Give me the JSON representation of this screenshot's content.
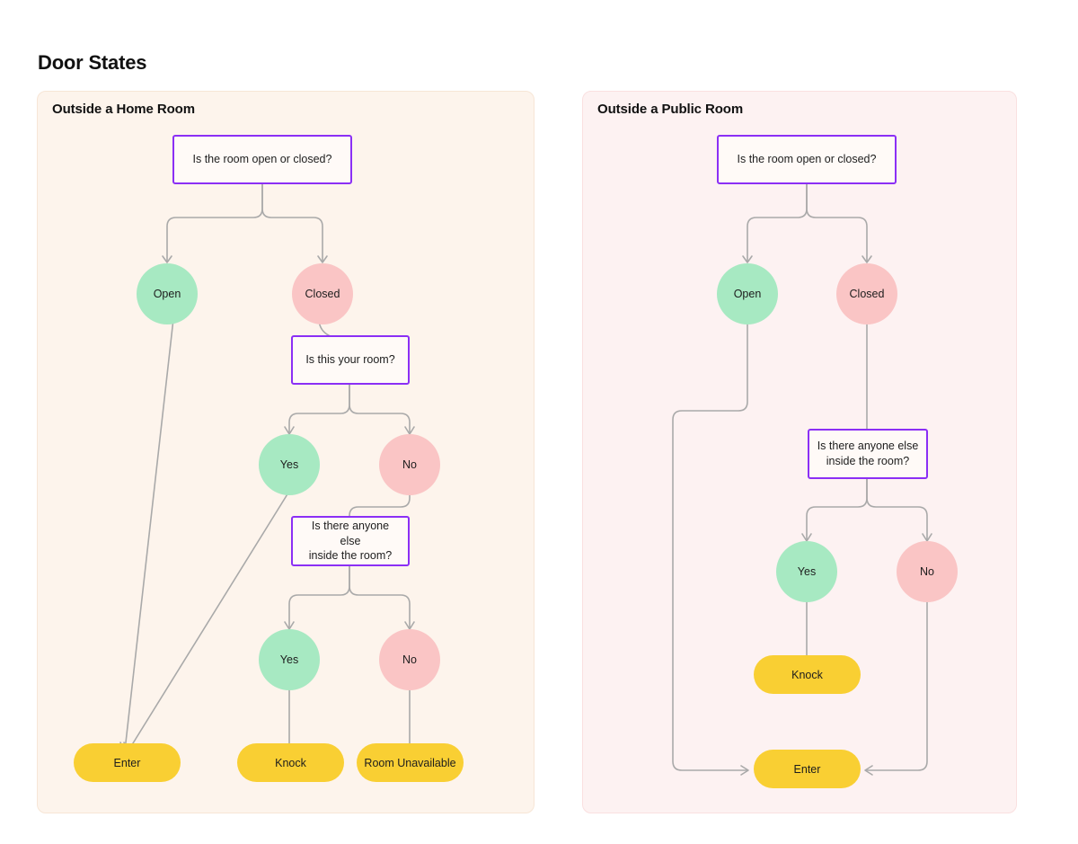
{
  "page": {
    "title": "Door States",
    "background": "#ffffff"
  },
  "colors": {
    "decision_border": "#8b2ff5",
    "decision_fill": "#fffaf7",
    "state_positive": "#a7e9c2",
    "state_negative": "#fac5c5",
    "terminal_fill": "#f9cf33",
    "edge": "#a9a9a9",
    "panel_home_bg": "#fdf4ec",
    "panel_public_bg": "#fdf2f2",
    "text": "#1d1d1d"
  },
  "panels": [
    {
      "id": "home",
      "title": "Outside a Home Room",
      "nodes": {
        "q_open_closed": "Is the room open or closed?",
        "s_open": "Open",
        "s_closed": "Closed",
        "q_your_room": "Is this your room?",
        "s_yes_1": "Yes",
        "s_no_1": "No",
        "q_anyone_else_line1": "Is there anyone else",
        "q_anyone_else_line2": "inside the room?",
        "s_yes_2": "Yes",
        "s_no_2": "No",
        "t_enter": "Enter",
        "t_knock": "Knock",
        "t_unavailable": "Room Unavailable"
      }
    },
    {
      "id": "public",
      "title": "Outside a Public Room",
      "nodes": {
        "q_open_closed": "Is the room open or closed?",
        "s_open": "Open",
        "s_closed": "Closed",
        "q_anyone_else_line1": "Is there anyone else",
        "q_anyone_else_line2": "inside the room?",
        "s_yes": "Yes",
        "s_no": "No",
        "t_knock": "Knock",
        "t_enter": "Enter"
      }
    }
  ],
  "chart_data": {
    "type": "diagram",
    "diagram_kind": "flowchart",
    "title": "Door States",
    "graphs": [
      {
        "name": "Outside a Home Room",
        "nodes": [
          {
            "id": "q1",
            "label": "Is the room open or closed?",
            "shape": "rect",
            "role": "decision"
          },
          {
            "id": "open",
            "label": "Open",
            "shape": "circle",
            "role": "state-positive"
          },
          {
            "id": "closed",
            "label": "Closed",
            "shape": "circle",
            "role": "state-negative"
          },
          {
            "id": "q2",
            "label": "Is this your room?",
            "shape": "rect",
            "role": "decision"
          },
          {
            "id": "yes1",
            "label": "Yes",
            "shape": "circle",
            "role": "state-positive"
          },
          {
            "id": "no1",
            "label": "No",
            "shape": "circle",
            "role": "state-negative"
          },
          {
            "id": "q3",
            "label": "Is there anyone else inside the room?",
            "shape": "rect",
            "role": "decision"
          },
          {
            "id": "yes2",
            "label": "Yes",
            "shape": "circle",
            "role": "state-positive"
          },
          {
            "id": "no2",
            "label": "No",
            "shape": "circle",
            "role": "state-negative"
          },
          {
            "id": "enter",
            "label": "Enter",
            "shape": "pill",
            "role": "terminal"
          },
          {
            "id": "knock",
            "label": "Knock",
            "shape": "pill",
            "role": "terminal"
          },
          {
            "id": "unavailable",
            "label": "Room Unavailable",
            "shape": "pill",
            "role": "terminal"
          }
        ],
        "edges": [
          {
            "from": "q1",
            "to": "open"
          },
          {
            "from": "q1",
            "to": "closed"
          },
          {
            "from": "open",
            "to": "enter"
          },
          {
            "from": "closed",
            "to": "q2"
          },
          {
            "from": "q2",
            "to": "yes1"
          },
          {
            "from": "q2",
            "to": "no1"
          },
          {
            "from": "yes1",
            "to": "enter"
          },
          {
            "from": "no1",
            "to": "q3"
          },
          {
            "from": "q3",
            "to": "yes2"
          },
          {
            "from": "q3",
            "to": "no2"
          },
          {
            "from": "yes2",
            "to": "knock"
          },
          {
            "from": "no2",
            "to": "unavailable"
          }
        ]
      },
      {
        "name": "Outside a Public Room",
        "nodes": [
          {
            "id": "q1",
            "label": "Is the room open or closed?",
            "shape": "rect",
            "role": "decision"
          },
          {
            "id": "open",
            "label": "Open",
            "shape": "circle",
            "role": "state-positive"
          },
          {
            "id": "closed",
            "label": "Closed",
            "shape": "circle",
            "role": "state-negative"
          },
          {
            "id": "q2",
            "label": "Is there anyone else inside the room?",
            "shape": "rect",
            "role": "decision"
          },
          {
            "id": "yes",
            "label": "Yes",
            "shape": "circle",
            "role": "state-positive"
          },
          {
            "id": "no",
            "label": "No",
            "shape": "circle",
            "role": "state-negative"
          },
          {
            "id": "knock",
            "label": "Knock",
            "shape": "pill",
            "role": "terminal"
          },
          {
            "id": "enter",
            "label": "Enter",
            "shape": "pill",
            "role": "terminal"
          }
        ],
        "edges": [
          {
            "from": "q1",
            "to": "open"
          },
          {
            "from": "q1",
            "to": "closed"
          },
          {
            "from": "open",
            "to": "enter"
          },
          {
            "from": "closed",
            "to": "q2"
          },
          {
            "from": "q2",
            "to": "yes"
          },
          {
            "from": "q2",
            "to": "no"
          },
          {
            "from": "yes",
            "to": "knock"
          },
          {
            "from": "no",
            "to": "enter"
          }
        ]
      }
    ]
  }
}
